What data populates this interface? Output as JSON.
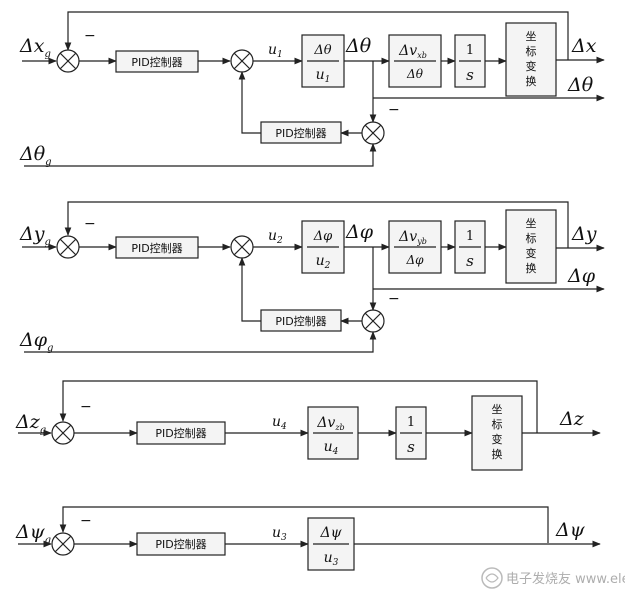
{
  "pid_label": "PID控制器",
  "coord_label": [
    "坐",
    "标",
    "变",
    "换"
  ],
  "minus_sign": "−",
  "one": "1",
  "s": "s",
  "loop_x": {
    "input": "Δx",
    "input_sub": "g",
    "input_rot": "Δθ",
    "input_rot_sub": "g",
    "u": "u",
    "u_sub": "1",
    "mid": "Δθ",
    "tf1_num": "Δθ",
    "tf1_den": "u",
    "tf1_den_sub": "1",
    "tf2_num": "Δv",
    "tf2_num_sub": "xb",
    "tf2_den": "Δθ",
    "out1": "Δx",
    "out2": "Δθ"
  },
  "loop_y": {
    "input": "Δy",
    "input_sub": "g",
    "input_rot": "Δφ",
    "input_rot_sub": "g",
    "u": "u",
    "u_sub": "2",
    "mid": "Δφ",
    "tf1_num": "Δφ",
    "tf1_den": "u",
    "tf1_den_sub": "2",
    "tf2_num": "Δv",
    "tf2_num_sub": "yb",
    "tf2_den": "Δφ",
    "out1": "Δy",
    "out2": "Δφ"
  },
  "loop_z": {
    "input": "Δz",
    "input_sub": "g",
    "u": "u",
    "u_sub": "4",
    "tf_num": "Δv",
    "tf_num_sub": "zb",
    "tf_den": "u",
    "tf_den_sub": "4",
    "out": "Δz"
  },
  "loop_psi": {
    "input": "Δψ",
    "input_sub": "g",
    "u": "u",
    "u_sub": "3",
    "tf_num": "Δψ",
    "tf_den": "u",
    "tf_den_sub": "3",
    "out": "Δψ"
  },
  "watermark": "电子发烧友 www.elecfans.com"
}
